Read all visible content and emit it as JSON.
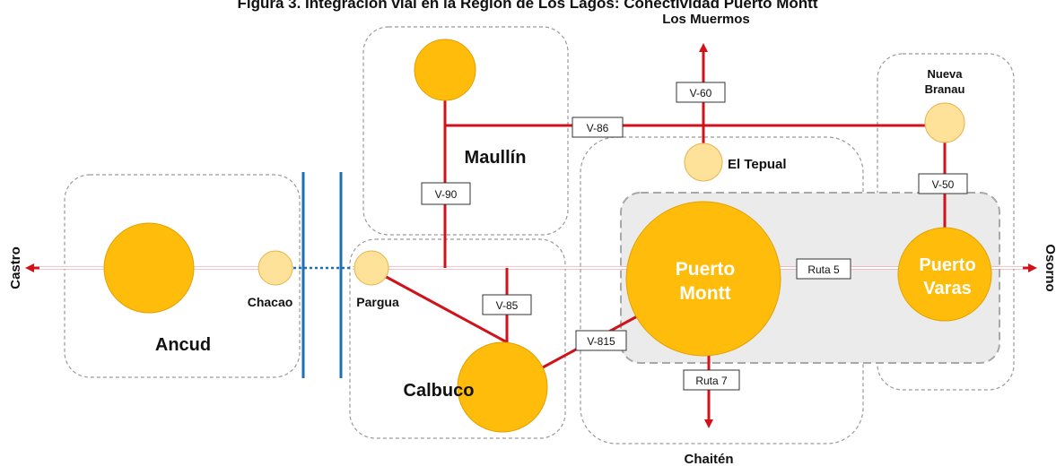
{
  "title": "Figura 3. Integración vial en la Región de Los Lagos: Conectividad Puerto Montt",
  "destinations": {
    "north": "Los Muermos",
    "south": "Chaitén",
    "west": "Castro",
    "east": "Osorno"
  },
  "cities": {
    "puerto_montt": [
      "Puerto",
      "Montt"
    ],
    "puerto_varas": [
      "Puerto",
      "Varas"
    ],
    "ancud": "Ancud",
    "calbuco": "Calbuco",
    "maullin": "Maullín"
  },
  "towns": {
    "chacao": "Chacao",
    "pargua": "Pargua",
    "el_tepual": "El Tepual",
    "nueva_branau": [
      "Nueva",
      "Branau"
    ]
  },
  "roads": {
    "v60": "V-60",
    "v86": "V-86",
    "v90": "V-90",
    "v85": "V-85",
    "v815": "V-815",
    "ruta5": "Ruta 5",
    "ruta7": "Ruta 7",
    "v50": "V-50"
  },
  "colors": {
    "road": "#d0121b",
    "city": "#ffbc0b",
    "town": "#ffe29a",
    "channel": "#1f6fb5",
    "core_zone": "#ebebeb"
  }
}
